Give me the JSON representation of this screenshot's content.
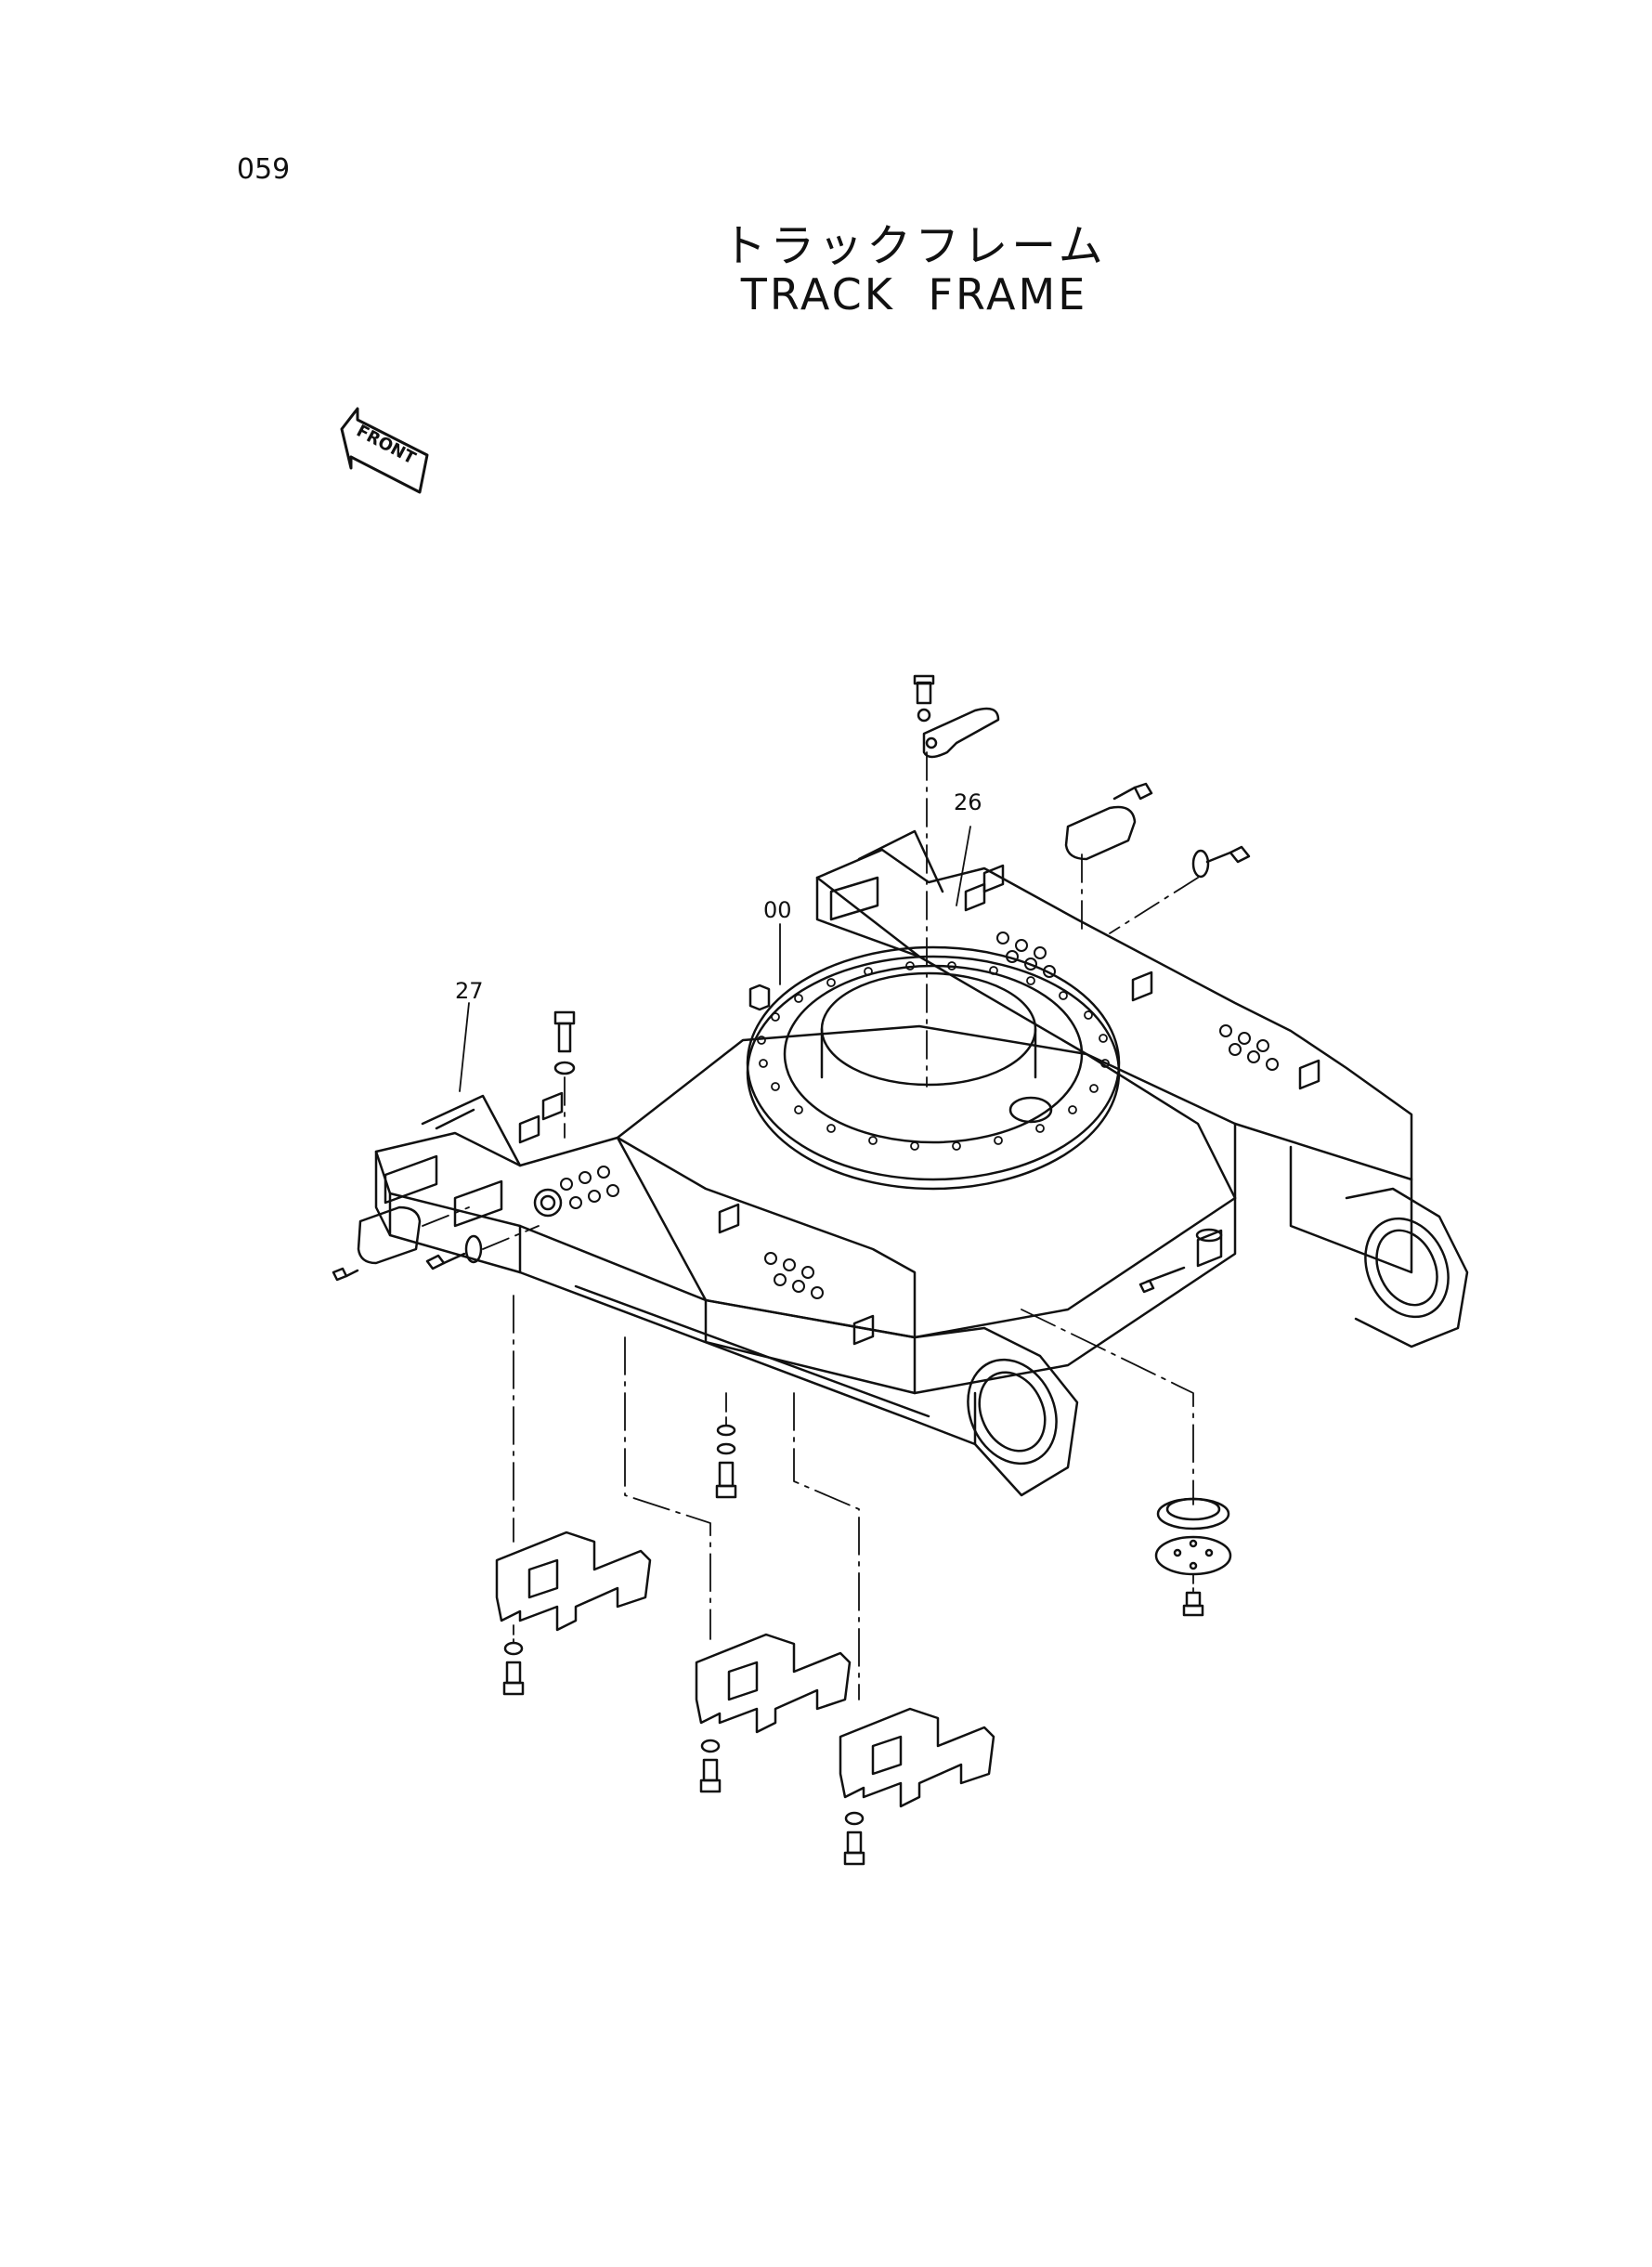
{
  "page": {
    "number": "059"
  },
  "title": {
    "japanese": "トラックフレーム",
    "english": "TRACK  FRAME"
  },
  "orientation": {
    "arrow_label": "FRONT",
    "icon": "front-arrow-icon"
  },
  "callouts": [
    {
      "id": "00",
      "text": "00"
    },
    {
      "id": "26",
      "text": "26"
    },
    {
      "id": "27",
      "text": "27"
    }
  ]
}
